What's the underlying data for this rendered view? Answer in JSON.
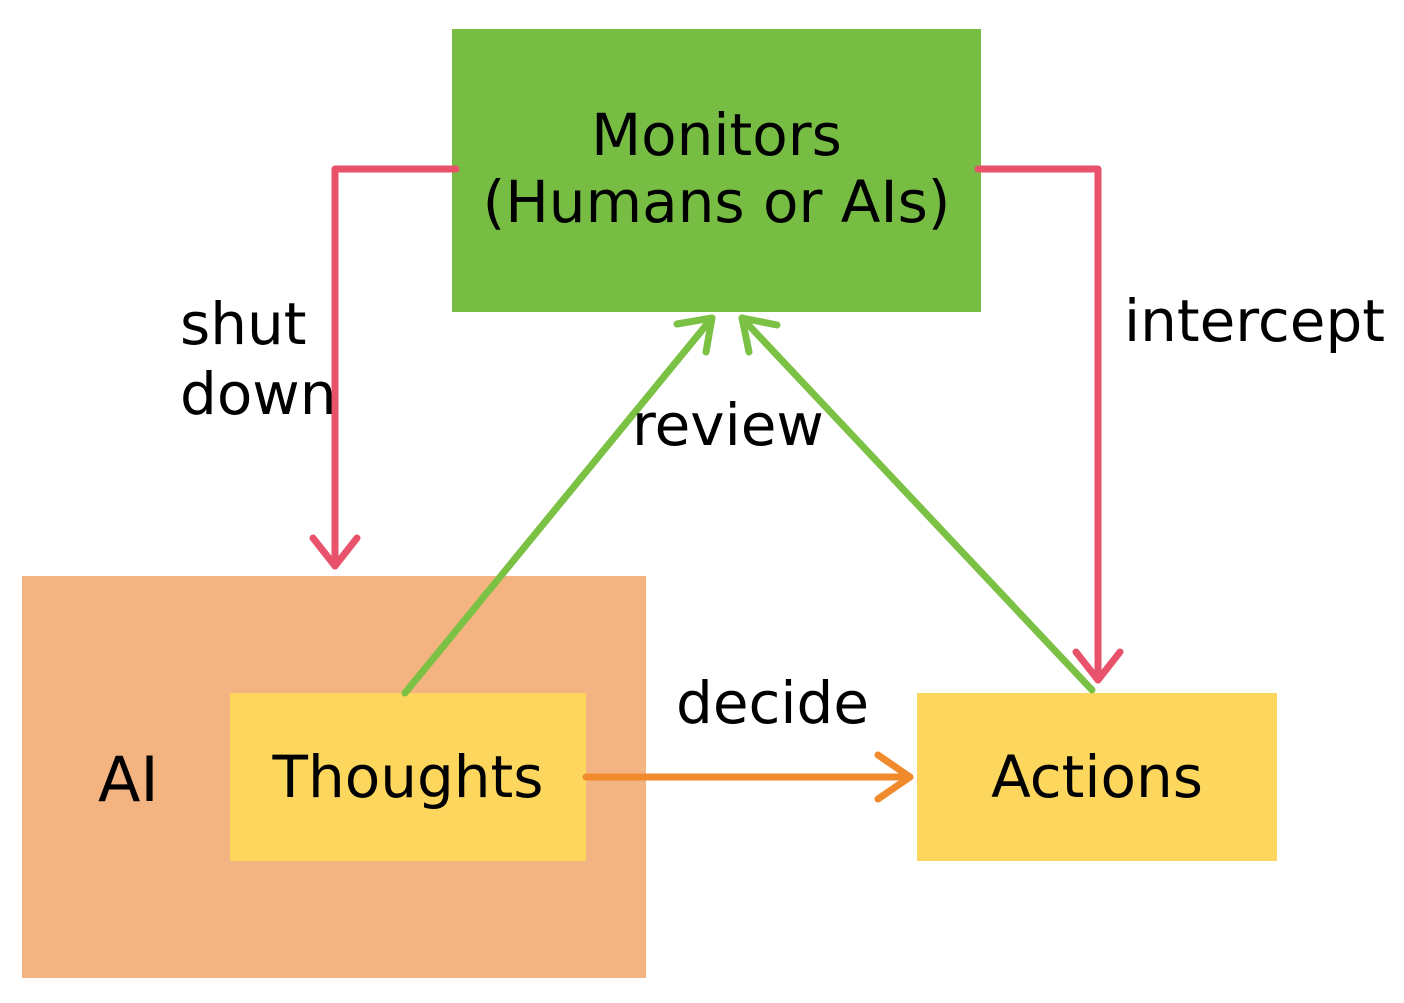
{
  "nodes": {
    "monitors": {
      "line1": "Monitors",
      "line2": "(Humans or AIs)",
      "color": "#77BD43"
    },
    "ai": {
      "label": "AI",
      "color": "#F4B482"
    },
    "thoughts": {
      "label": "Thoughts",
      "color": "#FDD75D"
    },
    "actions": {
      "label": "Actions",
      "color": "#FDD75D"
    }
  },
  "edges": {
    "shut_down": {
      "line1": "shut",
      "line2": "down",
      "color": "#E8526A"
    },
    "intercept": {
      "label": "intercept",
      "color": "#E8526A"
    },
    "review": {
      "label": "review",
      "color": "#7BC144"
    },
    "decide": {
      "label": "decide",
      "color": "#F08A2C"
    }
  }
}
